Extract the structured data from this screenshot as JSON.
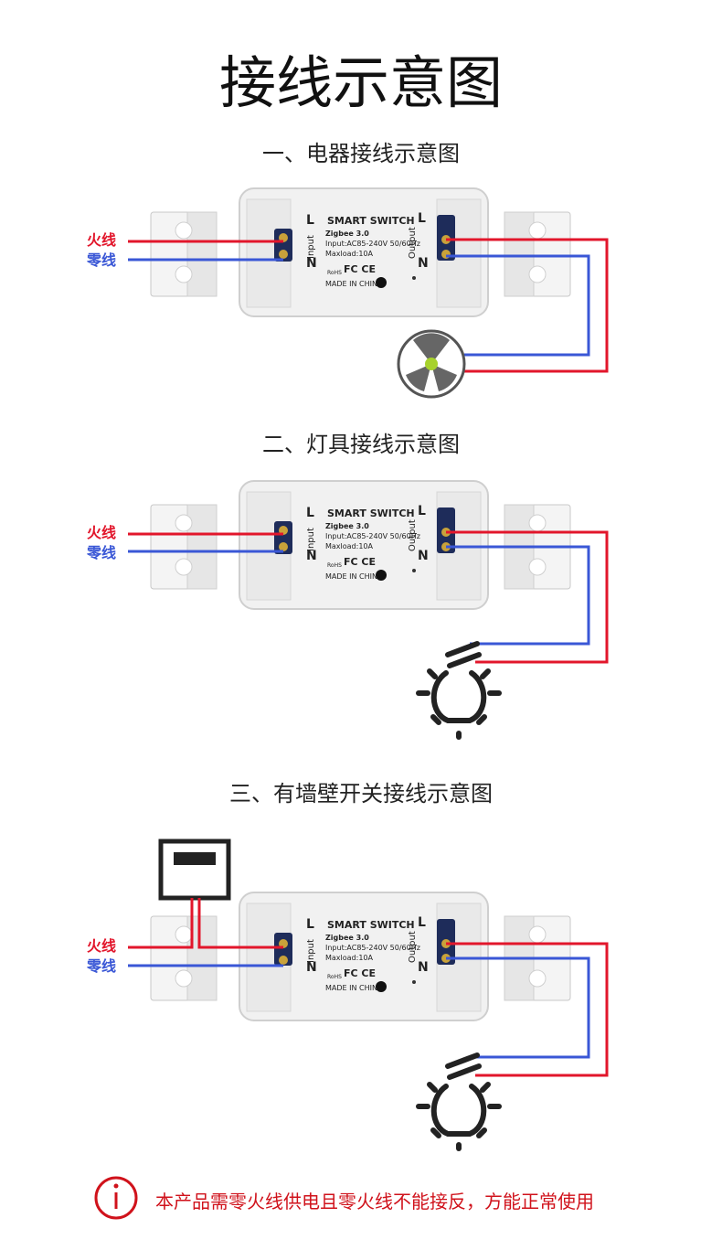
{
  "page": {
    "title": "接线示意图",
    "warning": "本产品需零火线供电且零火线不能接反，方能正常使用"
  },
  "device": {
    "brand": "SMART SWITCH",
    "protocol": "Zigbee 3.0",
    "input": "Input:AC85-240V  50/60Hz",
    "maxload": "Maxload:10A",
    "made": "MADE IN CHINA",
    "certs": "FC CE",
    "rohs": "RoHS",
    "input_label": "Input",
    "output_label": "Output",
    "L": "L",
    "N": "N"
  },
  "wires": {
    "live": "火线",
    "neutral": "零线"
  },
  "colors": {
    "live": "#e2162b",
    "neutral": "#3a57d6",
    "warning": "#d0121b"
  },
  "sections": [
    {
      "heading": "一、电器接线示意图",
      "load": "fan-icon"
    },
    {
      "heading": "二、灯具接线示意图",
      "load": "bulb-icon"
    },
    {
      "heading": "三、有墙壁开关接线示意图",
      "load": "bulb-icon"
    }
  ]
}
